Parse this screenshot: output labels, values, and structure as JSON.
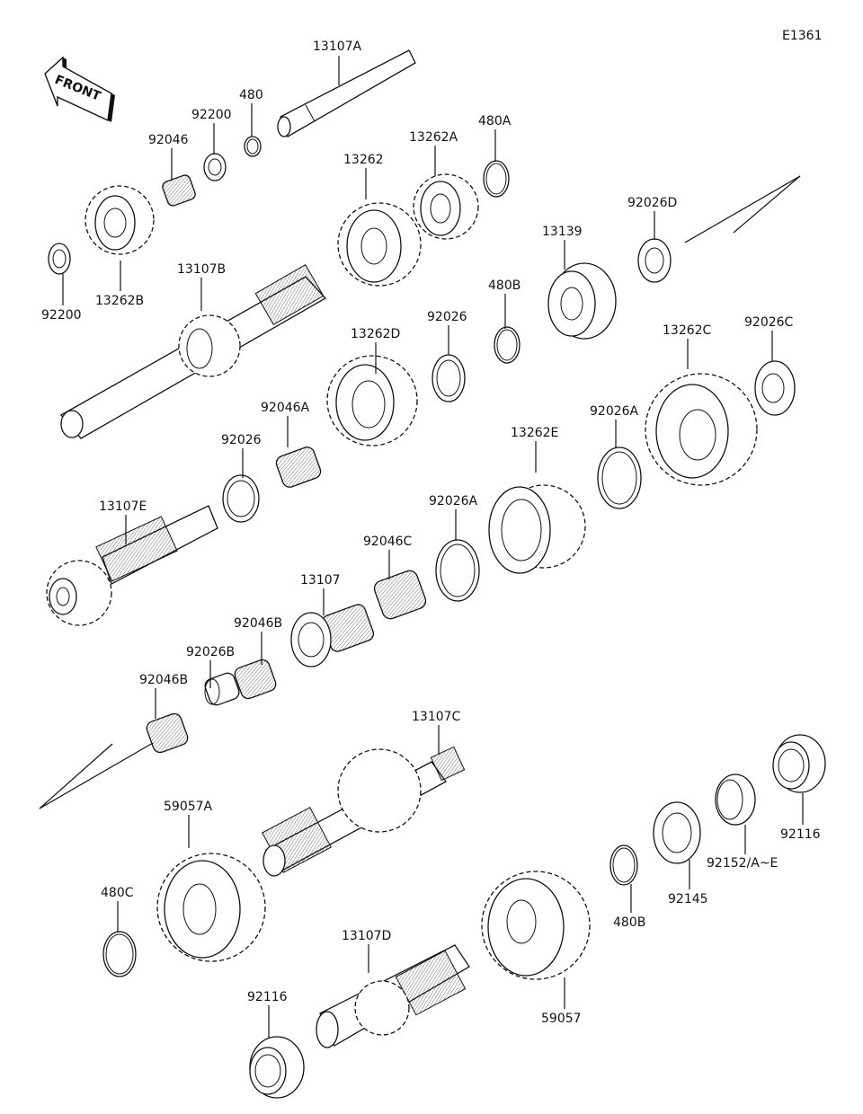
{
  "diagram": {
    "code": "E1361",
    "front_label": "FRONT",
    "parts": [
      {
        "id": "13107A",
        "label": "13107A",
        "kind": "shaft"
      },
      {
        "id": "480",
        "label": "480",
        "kind": "circlip"
      },
      {
        "id": "92200-top",
        "label": "92200",
        "kind": "washer"
      },
      {
        "id": "92046",
        "label": "92046",
        "kind": "needle-bearing"
      },
      {
        "id": "92200-left",
        "label": "92200",
        "kind": "washer"
      },
      {
        "id": "13262B",
        "label": "13262B",
        "kind": "gear"
      },
      {
        "id": "13262",
        "label": "13262",
        "kind": "gear"
      },
      {
        "id": "13262A",
        "label": "13262A",
        "kind": "gear"
      },
      {
        "id": "480A",
        "label": "480A",
        "kind": "circlip"
      },
      {
        "id": "92026D",
        "label": "92026D",
        "kind": "washer"
      },
      {
        "id": "13139",
        "label": "13139",
        "kind": "hub"
      },
      {
        "id": "480B-top",
        "label": "480B",
        "kind": "circlip"
      },
      {
        "id": "13107B",
        "label": "13107B",
        "kind": "shaft"
      },
      {
        "id": "92026-top",
        "label": "92026",
        "kind": "washer"
      },
      {
        "id": "13262D",
        "label": "13262D",
        "kind": "gear"
      },
      {
        "id": "13262C",
        "label": "13262C",
        "kind": "gear"
      },
      {
        "id": "92026C",
        "label": "92026C",
        "kind": "washer"
      },
      {
        "id": "92046A",
        "label": "92046A",
        "kind": "needle-bearing"
      },
      {
        "id": "92026-mid",
        "label": "92026",
        "kind": "washer"
      },
      {
        "id": "92026A-right",
        "label": "92026A",
        "kind": "washer"
      },
      {
        "id": "13262E",
        "label": "13262E",
        "kind": "gear"
      },
      {
        "id": "13107E",
        "label": "13107E",
        "kind": "shaft"
      },
      {
        "id": "92026A-left",
        "label": "92026A",
        "kind": "washer"
      },
      {
        "id": "92046C",
        "label": "92046C",
        "kind": "needle-bearing"
      },
      {
        "id": "13107",
        "label": "13107",
        "kind": "hub"
      },
      {
        "id": "92046B-upper",
        "label": "92046B",
        "kind": "needle-bearing"
      },
      {
        "id": "92026B",
        "label": "92026B",
        "kind": "collar"
      },
      {
        "id": "92046B-lower",
        "label": "92046B",
        "kind": "needle-bearing"
      },
      {
        "id": "13107C",
        "label": "13107C",
        "kind": "shaft"
      },
      {
        "id": "59057A",
        "label": "59057A",
        "kind": "gear"
      },
      {
        "id": "480C",
        "label": "480C",
        "kind": "circlip"
      },
      {
        "id": "92116-right",
        "label": "92116",
        "kind": "tapered-bearing"
      },
      {
        "id": "92152",
        "label": "92152/A~E",
        "kind": "shim"
      },
      {
        "id": "92145",
        "label": "92145",
        "kind": "washer"
      },
      {
        "id": "480B-bottom",
        "label": "480B",
        "kind": "circlip"
      },
      {
        "id": "59057",
        "label": "59057",
        "kind": "gear"
      },
      {
        "id": "13107D",
        "label": "13107D",
        "kind": "shaft"
      },
      {
        "id": "92116-left",
        "label": "92116",
        "kind": "tapered-bearing"
      }
    ]
  }
}
